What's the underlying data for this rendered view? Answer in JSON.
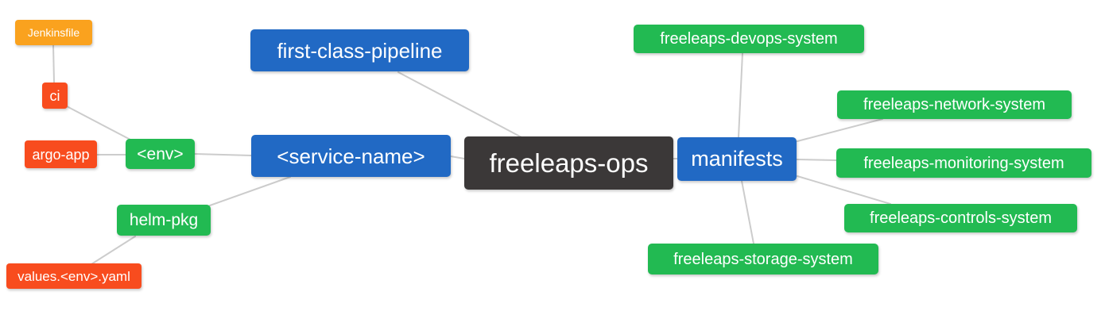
{
  "diagram": {
    "type": "mindmap",
    "root_label": "freeleaps-ops",
    "colors": {
      "root": "#3B3838",
      "branch_blue": "#2169C4",
      "leaf_green": "#22BA52",
      "leaf_red": "#F84C1E",
      "leaf_orange": "#FAA21E",
      "edge": "#CCCCCC",
      "text": "#FFFFFF",
      "background": "#FFFFFF"
    },
    "nodes": [
      {
        "id": "jenkinsfile",
        "label": "Jenkinsfile",
        "level": 5,
        "color": "#FAA21E"
      },
      {
        "id": "ci",
        "label": "ci",
        "level": 4,
        "color": "#F84C1E"
      },
      {
        "id": "argo-app",
        "label": "argo-app",
        "level": 4,
        "color": "#F84C1E"
      },
      {
        "id": "env",
        "label": "<env>",
        "level": 3,
        "color": "#22BA52"
      },
      {
        "id": "helm-pkg",
        "label": "helm-pkg",
        "level": 3,
        "color": "#22BA52"
      },
      {
        "id": "values-env-yaml",
        "label": "values.<env>.yaml",
        "level": 4,
        "color": "#F84C1E"
      },
      {
        "id": "first-class-pipeline",
        "label": "first-class-pipeline",
        "level": 2,
        "color": "#2169C4"
      },
      {
        "id": "service-name",
        "label": "<service-name>",
        "level": 2,
        "color": "#2169C4"
      },
      {
        "id": "freeleaps-ops",
        "label": "freeleaps-ops",
        "level": 1,
        "color": "#3B3838"
      },
      {
        "id": "manifests",
        "label": "manifests",
        "level": 2,
        "color": "#2169C4"
      },
      {
        "id": "freeleaps-devops-system",
        "label": "freeleaps-devops-system",
        "level": 3,
        "color": "#22BA52"
      },
      {
        "id": "freeleaps-network-system",
        "label": "freeleaps-network-system",
        "level": 3,
        "color": "#22BA52"
      },
      {
        "id": "freeleaps-monitoring-system",
        "label": "freeleaps-monitoring-system",
        "level": 3,
        "color": "#22BA52"
      },
      {
        "id": "freeleaps-controls-system",
        "label": "freeleaps-controls-system",
        "level": 3,
        "color": "#22BA52"
      },
      {
        "id": "freeleaps-storage-system",
        "label": "freeleaps-storage-system",
        "level": 3,
        "color": "#22BA52"
      }
    ],
    "edges": [
      {
        "from": "ci",
        "to": "Jenkinsfile"
      },
      {
        "from": "env",
        "to": "ci"
      },
      {
        "from": "env",
        "to": "argo-app"
      },
      {
        "from": "service-name",
        "to": "env"
      },
      {
        "from": "service-name",
        "to": "helm-pkg"
      },
      {
        "from": "helm-pkg",
        "to": "values.<env>.yaml"
      },
      {
        "from": "freeleaps-ops",
        "to": "first-class-pipeline"
      },
      {
        "from": "freeleaps-ops",
        "to": "service-name"
      },
      {
        "from": "freeleaps-ops",
        "to": "manifests"
      },
      {
        "from": "manifests",
        "to": "freeleaps-devops-system"
      },
      {
        "from": "manifests",
        "to": "freeleaps-network-system"
      },
      {
        "from": "manifests",
        "to": "freeleaps-monitoring-system"
      },
      {
        "from": "manifests",
        "to": "freeleaps-controls-system"
      },
      {
        "from": "manifests",
        "to": "freeleaps-storage-system"
      }
    ]
  }
}
